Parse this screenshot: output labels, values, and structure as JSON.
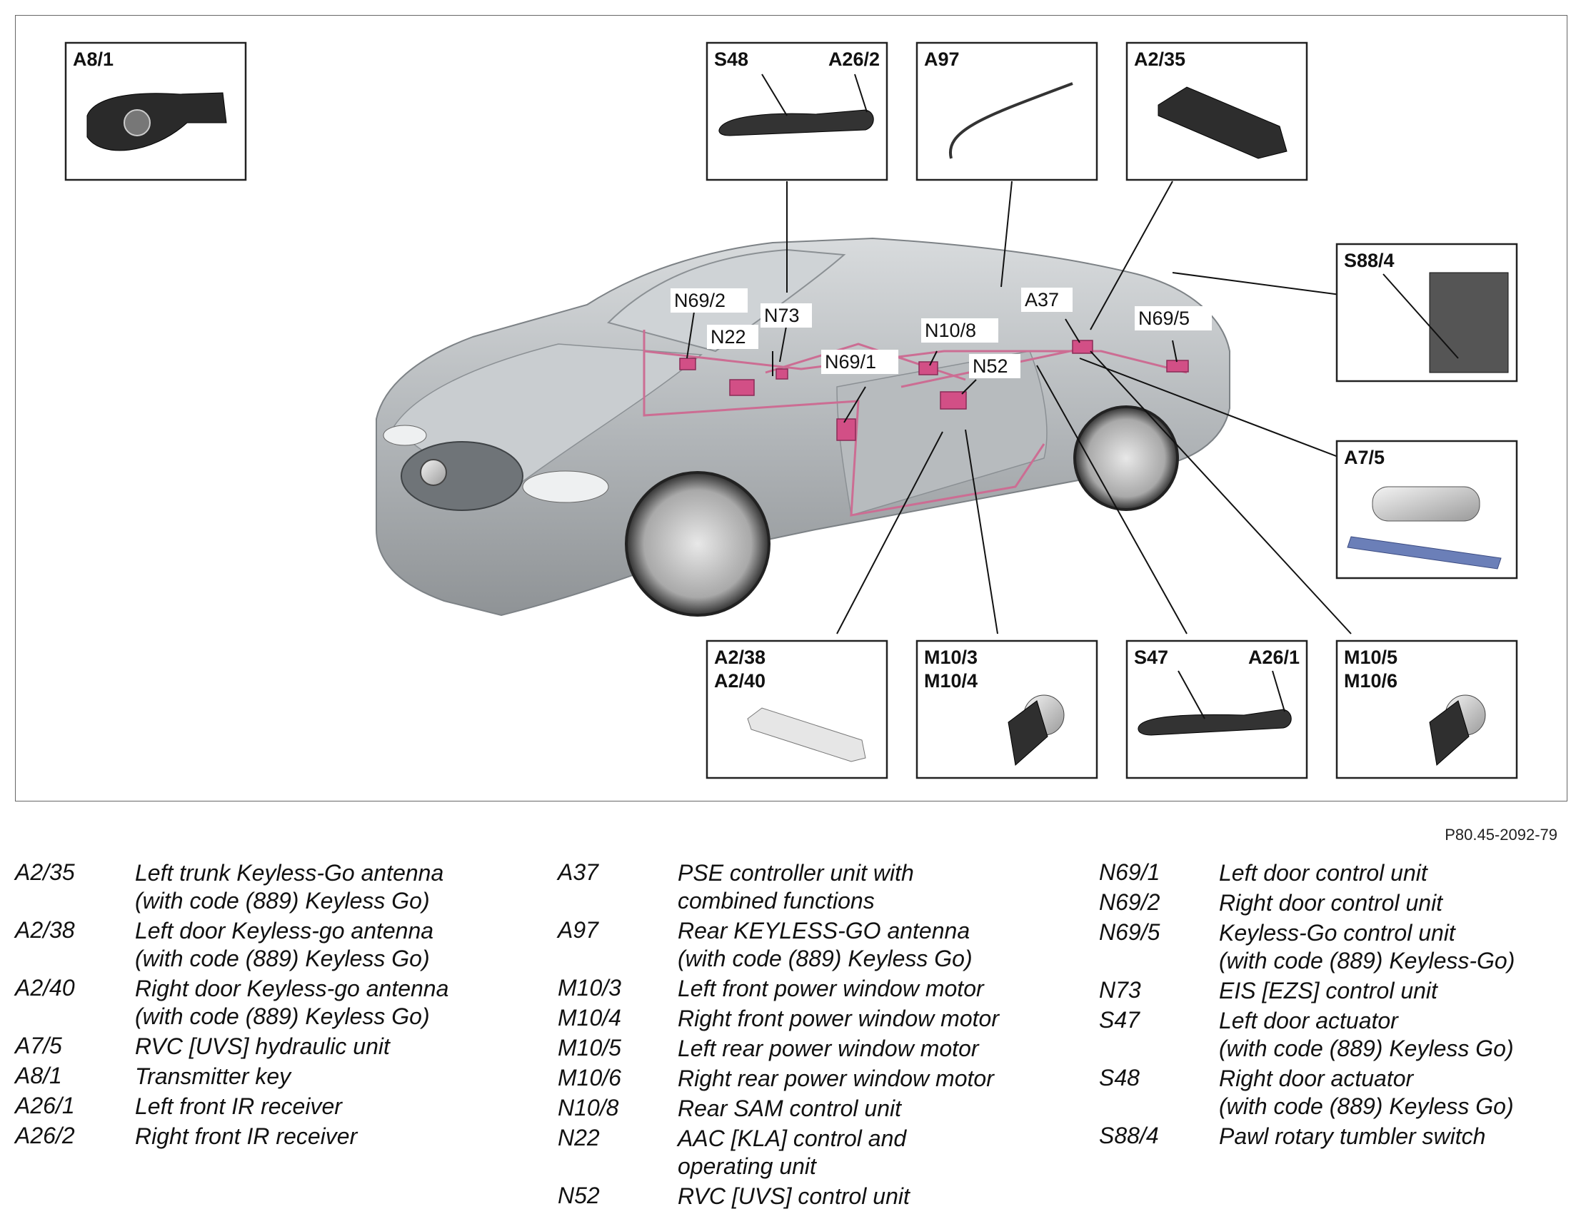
{
  "figure_ref": "P80.45-2092-79",
  "boxes": {
    "a8_1": [
      "A8/1"
    ],
    "s48_a26_2": [
      "S48",
      "A26/2"
    ],
    "a97": [
      "A97"
    ],
    "a2_35": [
      "A2/35"
    ],
    "s88_4": [
      "S88/4"
    ],
    "a7_5": [
      "A7/5"
    ],
    "a2_38_40": [
      "A2/38",
      "A2/40"
    ],
    "m10_3_4": [
      "M10/3",
      "M10/4"
    ],
    "s47_a26_1": [
      "S47",
      "A26/1"
    ],
    "m10_5_6": [
      "M10/5",
      "M10/6"
    ]
  },
  "callouts": [
    "N69/2",
    "N22",
    "N73",
    "N69/1",
    "N10/8",
    "N52",
    "A37",
    "N69/5"
  ],
  "legend": {
    "col1": [
      {
        "code": "A2/35",
        "desc": [
          "Left trunk Keyless-Go antenna",
          "(with code (889) Keyless Go)"
        ]
      },
      {
        "code": "A2/38",
        "desc": [
          "Left door Keyless-go antenna",
          "(with code (889) Keyless Go)"
        ]
      },
      {
        "code": "A2/40",
        "desc": [
          "Right door Keyless-go antenna",
          "(with code (889) Keyless Go)"
        ]
      },
      {
        "code": "A7/5",
        "desc": [
          "RVC [UVS] hydraulic unit"
        ]
      },
      {
        "code": "A8/1",
        "desc": [
          "Transmitter key"
        ]
      },
      {
        "code": "A26/1",
        "desc": [
          "Left front IR receiver"
        ]
      },
      {
        "code": "A26/2",
        "desc": [
          "Right front IR receiver"
        ]
      }
    ],
    "col2": [
      {
        "code": "A37",
        "desc": [
          "PSE controller unit with",
          "combined functions"
        ]
      },
      {
        "code": "A97",
        "desc": [
          "Rear KEYLESS-GO antenna",
          "(with code (889) Keyless Go)"
        ]
      },
      {
        "code": "M10/3",
        "desc": [
          "Left front power window motor"
        ]
      },
      {
        "code": "M10/4",
        "desc": [
          "Right front power window motor"
        ]
      },
      {
        "code": "M10/5",
        "desc": [
          "Left rear power window motor"
        ]
      },
      {
        "code": "M10/6",
        "desc": [
          "Right rear power window motor"
        ]
      },
      {
        "code": "N10/8",
        "desc": [
          "Rear SAM control unit"
        ]
      },
      {
        "code": "N22",
        "desc": [
          "AAC [KLA] control and",
          "operating unit"
        ]
      },
      {
        "code": "N52",
        "desc": [
          "RVC [UVS] control unit"
        ]
      }
    ],
    "col3": [
      {
        "code": "N69/1",
        "desc": [
          "Left door control unit"
        ]
      },
      {
        "code": "N69/2",
        "desc": [
          "Right door control unit"
        ]
      },
      {
        "code": "N69/5",
        "desc": [
          "Keyless-Go control unit",
          "(with code (889) Keyless-Go)"
        ]
      },
      {
        "code": "N73",
        "desc": [
          "EIS [EZS] control unit"
        ]
      },
      {
        "code": "S47",
        "desc": [
          "Left door actuator",
          "(with code (889) Keyless Go)"
        ]
      },
      {
        "code": "S48",
        "desc": [
          "Right door actuator",
          "(with code (889) Keyless Go)"
        ]
      },
      {
        "code": "S88/4",
        "desc": [
          "Pawl rotary tumbler switch"
        ]
      }
    ]
  }
}
